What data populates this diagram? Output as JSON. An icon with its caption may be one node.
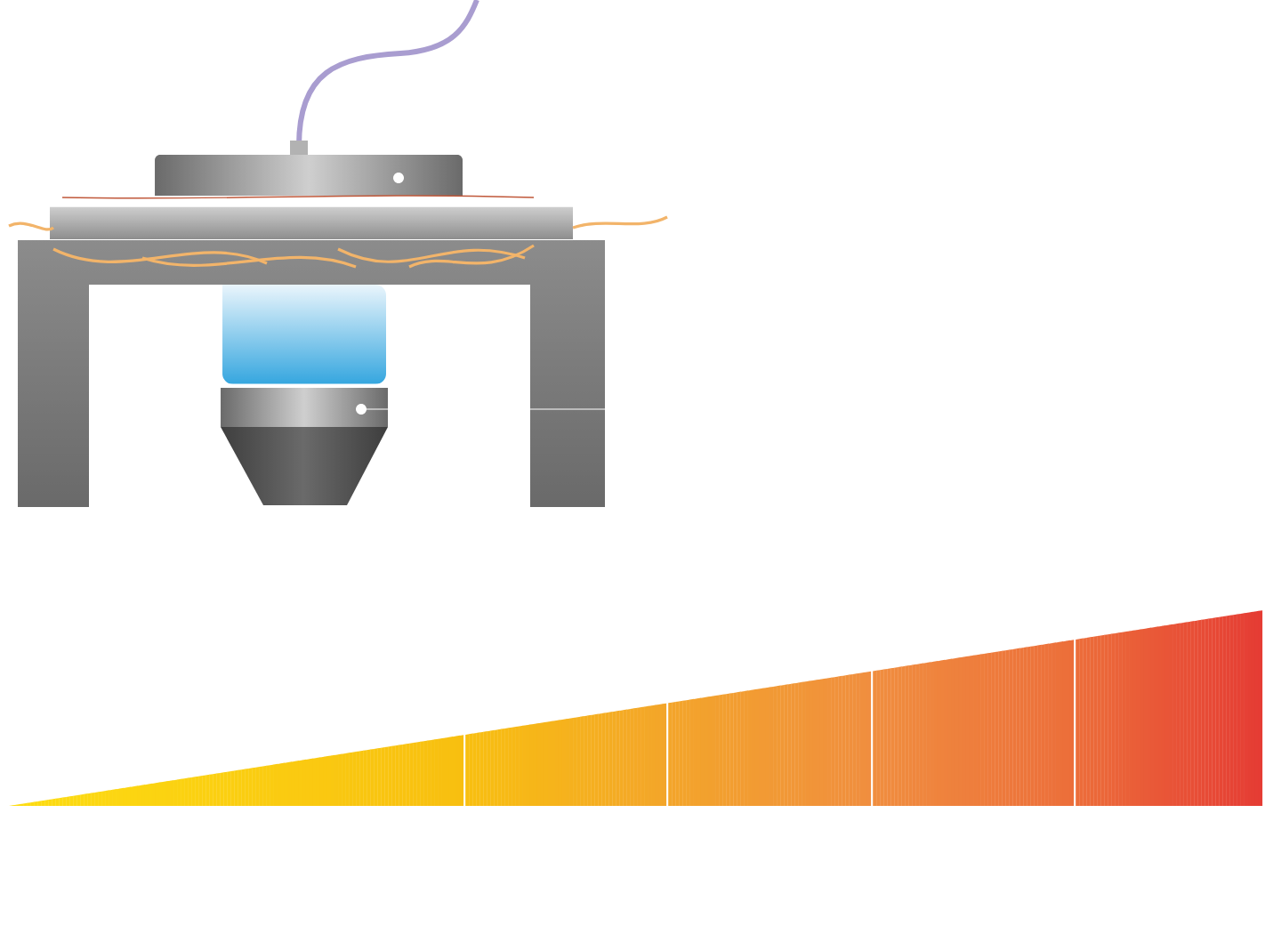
{
  "diagram": {
    "nodes": [
      {
        "text": [],
        "shape": "picture"
      },
      {
        "text": [],
        "shape": "bar"
      },
      {
        "text": [],
        "shape": "bar"
      },
      {
        "text": [],
        "shape": "bar"
      },
      {
        "text": [],
        "shape": "bar"
      },
      {
        "text": [],
        "shape": "bar"
      }
    ]
  }
}
